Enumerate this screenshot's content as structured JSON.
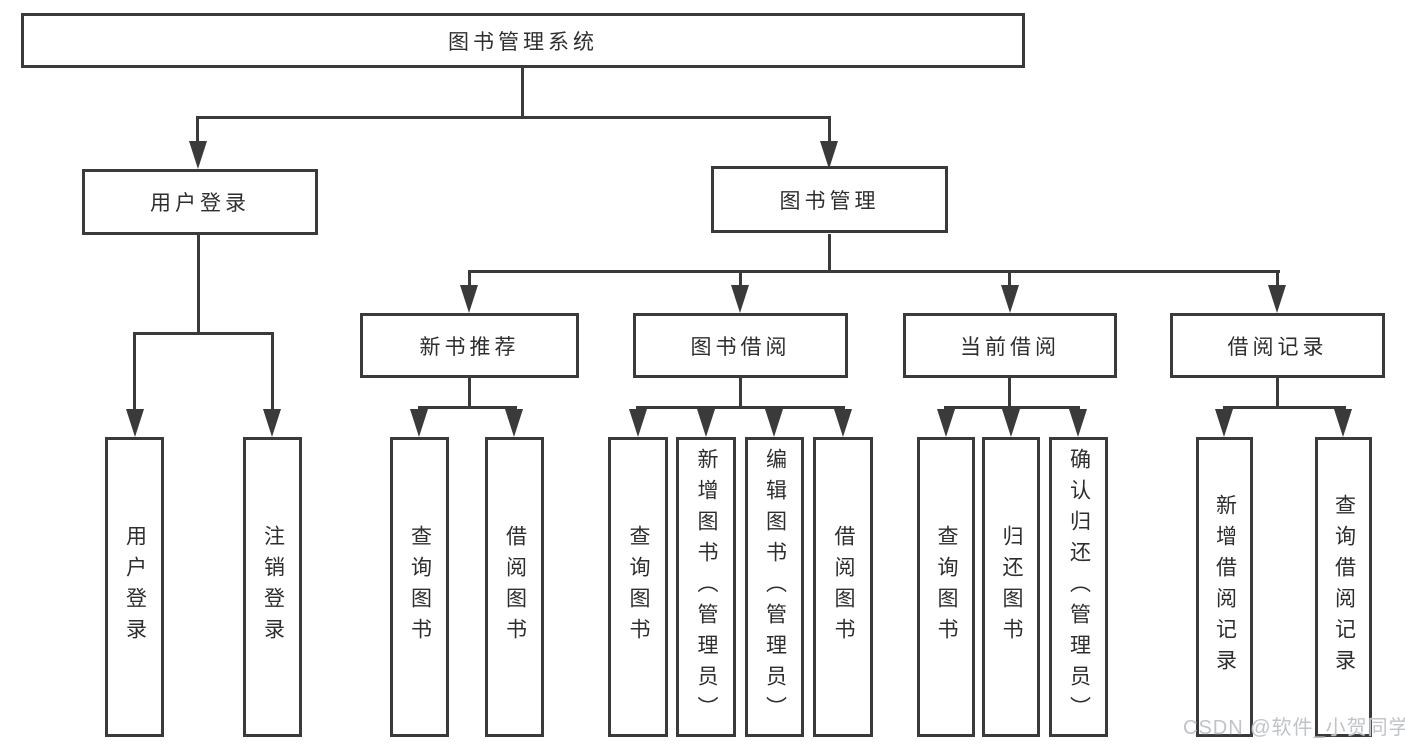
{
  "root": {
    "label": "图书管理系统"
  },
  "branches": [
    {
      "label": "用户登录",
      "leaves": [
        "用户登录",
        "注销登录"
      ]
    },
    {
      "label": "图书管理",
      "groups": [
        {
          "label": "新书推荐",
          "leaves": [
            "查询图书",
            "借阅图书"
          ]
        },
        {
          "label": "图书借阅",
          "leaves": [
            "查询图书",
            "新增图书（管理员）",
            "编辑图书（管理员）",
            "借阅图书"
          ]
        },
        {
          "label": "当前借阅",
          "leaves": [
            "查询图书",
            "归还图书",
            "确认归还（管理员）"
          ]
        },
        {
          "label": "借阅记录",
          "leaves": [
            "新增借阅记录",
            "查询借阅记录"
          ]
        }
      ]
    }
  ],
  "watermark": "CSDN @软件_小贺同学",
  "colors": {
    "line": "#3a3a3a",
    "text": "#2e2e2e",
    "watermark": "#c0c3c7",
    "background": "#ffffff"
  }
}
